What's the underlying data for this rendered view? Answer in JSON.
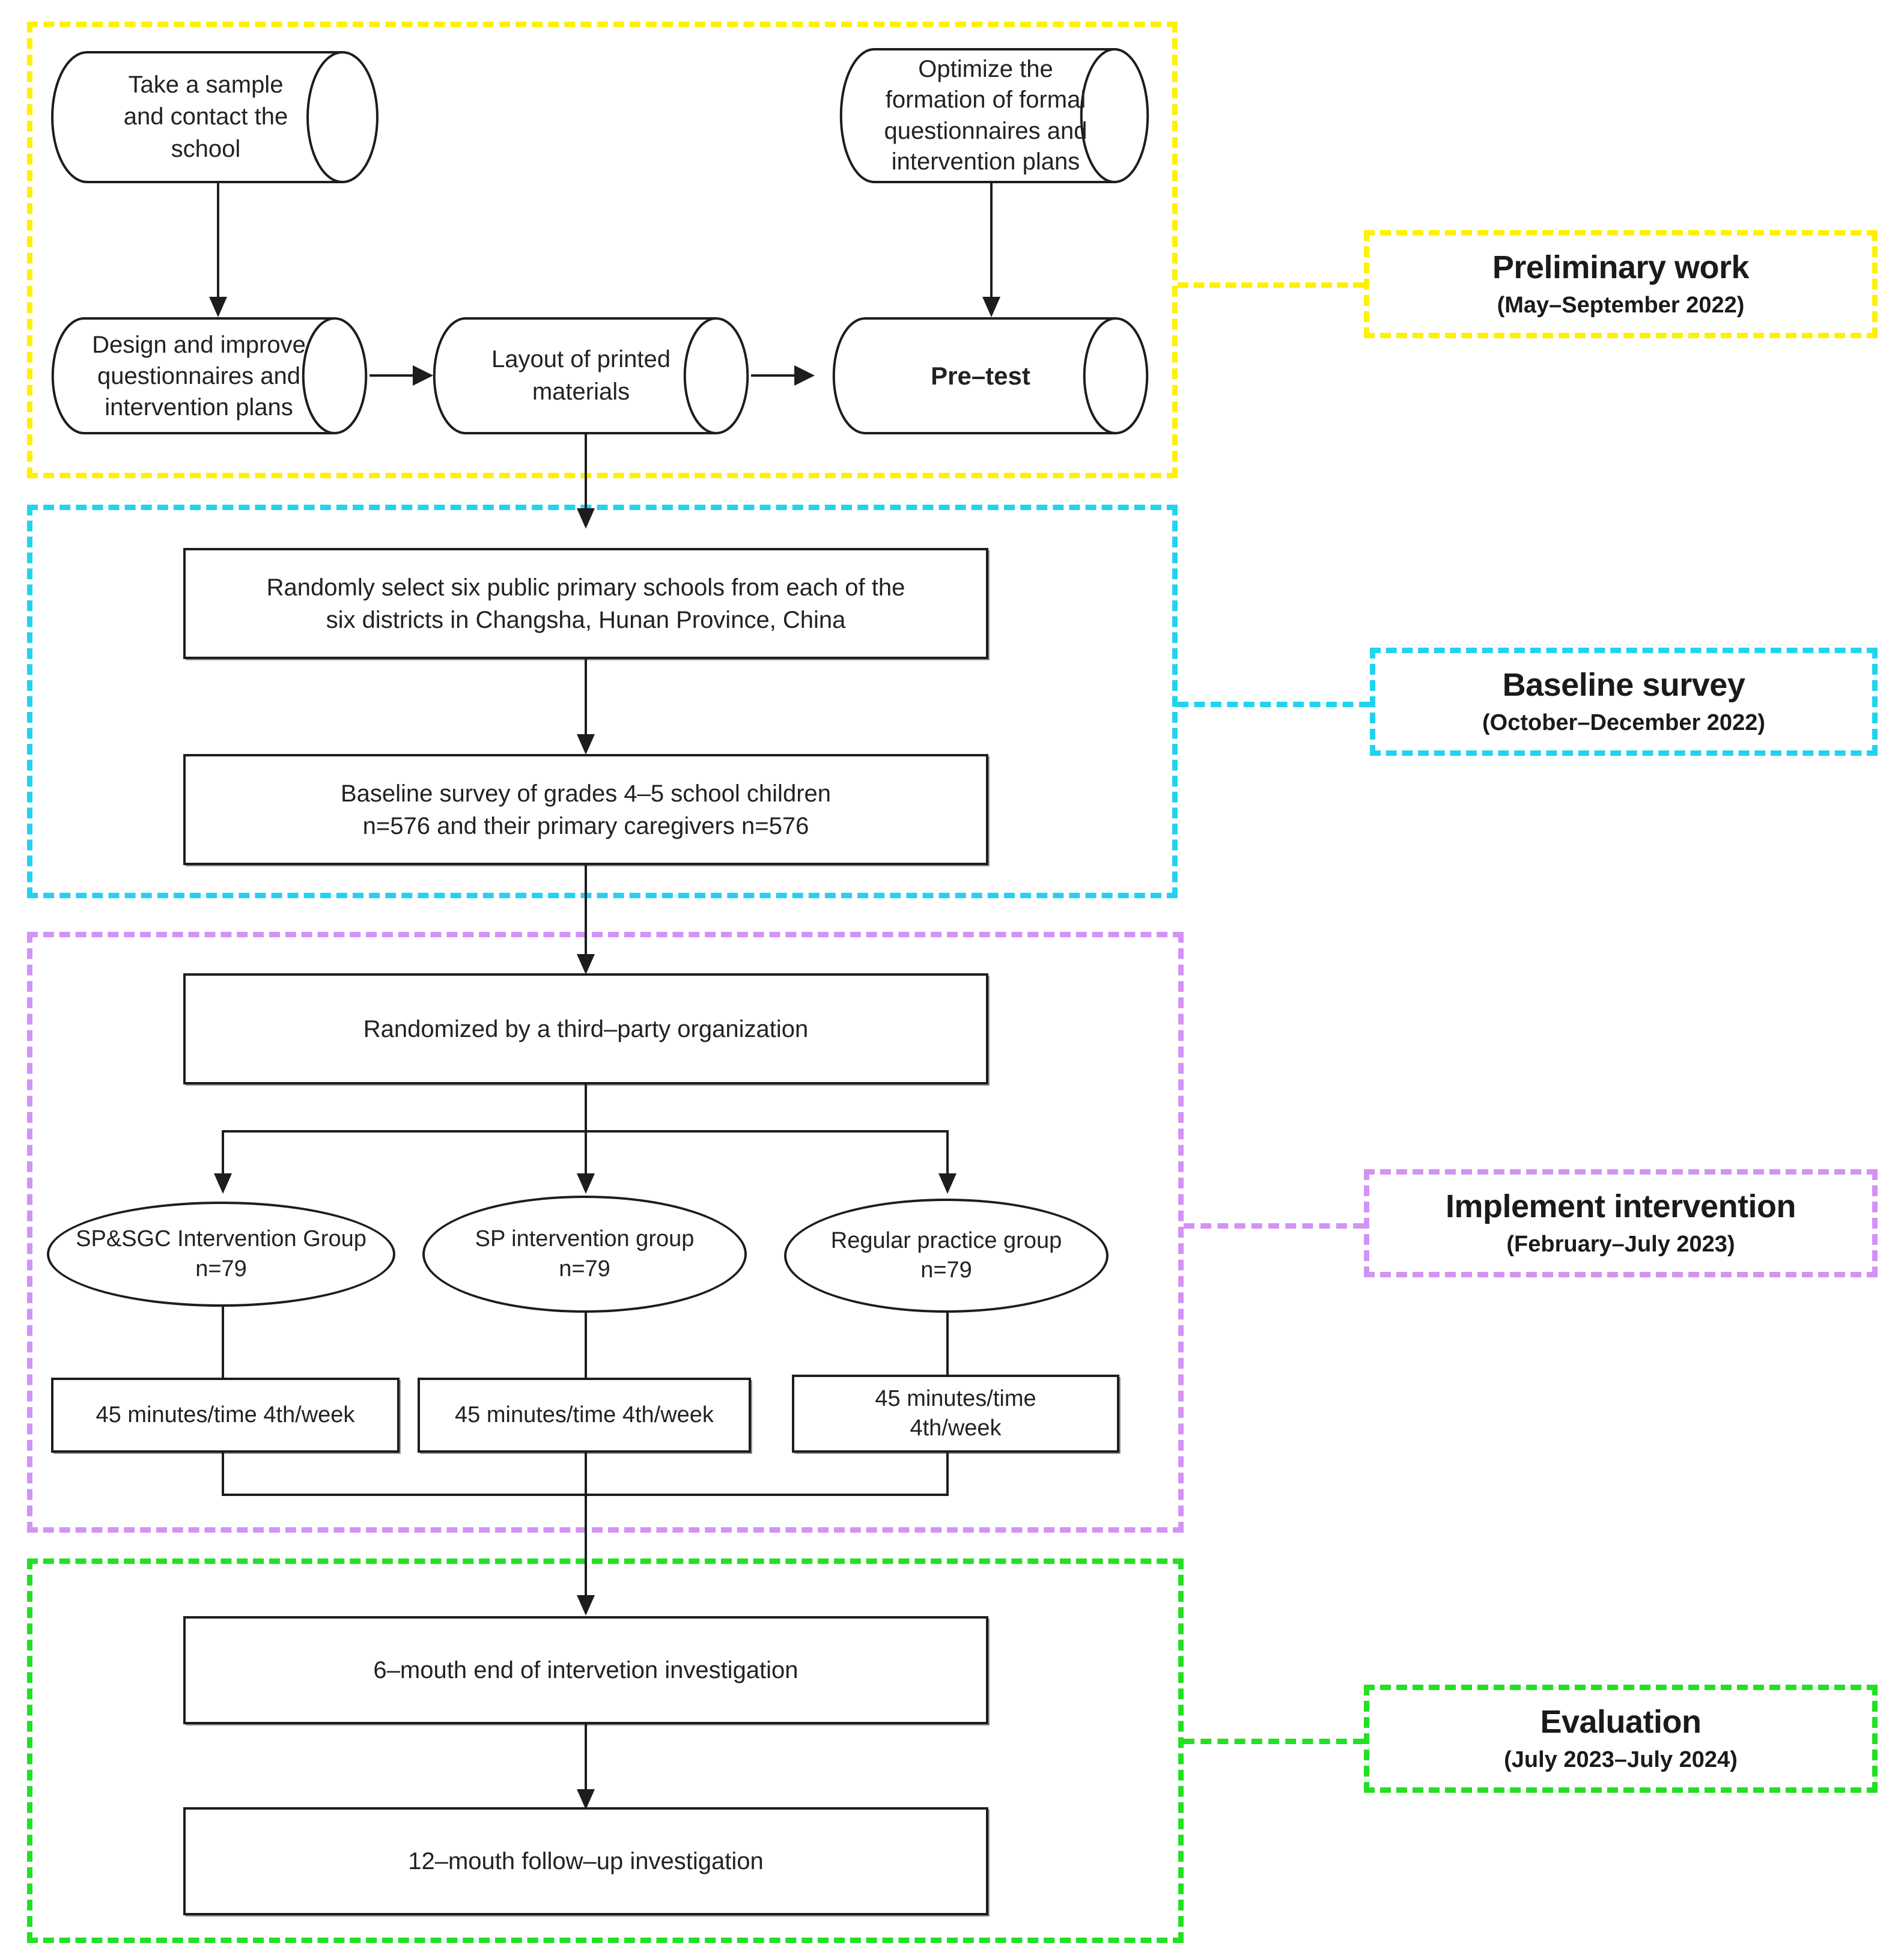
{
  "diagram": {
    "title": "Study flow diagram of a school-based cluster randomized controlled trial",
    "type": "flowchart"
  },
  "colors": {
    "preliminary": "#FFF000",
    "baseline": "#22D3F0",
    "intervention": "#D293F5",
    "evaluation": "#22E022",
    "shape_stroke": "#1d1d1d",
    "text": "#222222",
    "background": "#ffffff"
  },
  "phases": [
    {
      "key": "preliminary",
      "legend_title": "Preliminary work",
      "legend_period": "(May–September 2022)",
      "color": "#FFF000"
    },
    {
      "key": "baseline",
      "legend_title": "Baseline survey",
      "legend_period": "(October–December 2022)",
      "color": "#22D3F0"
    },
    {
      "key": "intervention",
      "legend_title": "Implement intervention",
      "legend_period": "(February–July 2023)",
      "color": "#D293F5"
    },
    {
      "key": "evaluation",
      "legend_title": "Evaluation",
      "legend_period": "(July 2023–July 2024)",
      "color": "#22E022"
    }
  ],
  "nodes": {
    "take_sample": {
      "label": "Take a sample\nand contact the\nschool",
      "shape": "cylinder"
    },
    "optimize_questionnaires": {
      "label": "Optimize the\nformation of formal\nquestionnaires and\nintervention plans",
      "shape": "cylinder"
    },
    "design_improve": {
      "label": "Design and improve\nquestionnaires and\nintervention plans",
      "shape": "cylinder"
    },
    "layout_printed": {
      "label": "Layout of printed\nmaterials",
      "shape": "cylinder"
    },
    "pretest": {
      "label": "Pre–test",
      "shape": "cylinder",
      "bold": true
    },
    "randomly_select": {
      "label": "Randomly select six public primary schools from each of the\nsix districts in  Changsha, Hunan Province, China",
      "shape": "rect"
    },
    "baseline_survey": {
      "label": "Baseline survey of grades 4–5 school children\nn=576 and their primary caregivers n=576",
      "shape": "rect"
    },
    "randomized": {
      "label": "Randomized by a third–party organization",
      "shape": "rect"
    },
    "group_spsgc": {
      "label": "SP&SGC Intervention Group\nn=79",
      "shape": "ellipse"
    },
    "group_sp": {
      "label": "SP intervention group\nn=79",
      "shape": "ellipse"
    },
    "group_regular": {
      "label": "Regular practice group\nn=79",
      "shape": "ellipse"
    },
    "dose_spsgc": {
      "label": "45 minutes/time 4th/week",
      "shape": "rect"
    },
    "dose_sp": {
      "label": "45 minutes/time 4th/week",
      "shape": "rect"
    },
    "dose_regular": {
      "label": "45 minutes/time\n4th/week",
      "shape": "rect"
    },
    "end_investigation": {
      "label": "6–mouth end of intervetion investigation",
      "shape": "rect"
    },
    "followup_investigation": {
      "label": "12–mouth follow–up investigation",
      "shape": "rect"
    }
  }
}
